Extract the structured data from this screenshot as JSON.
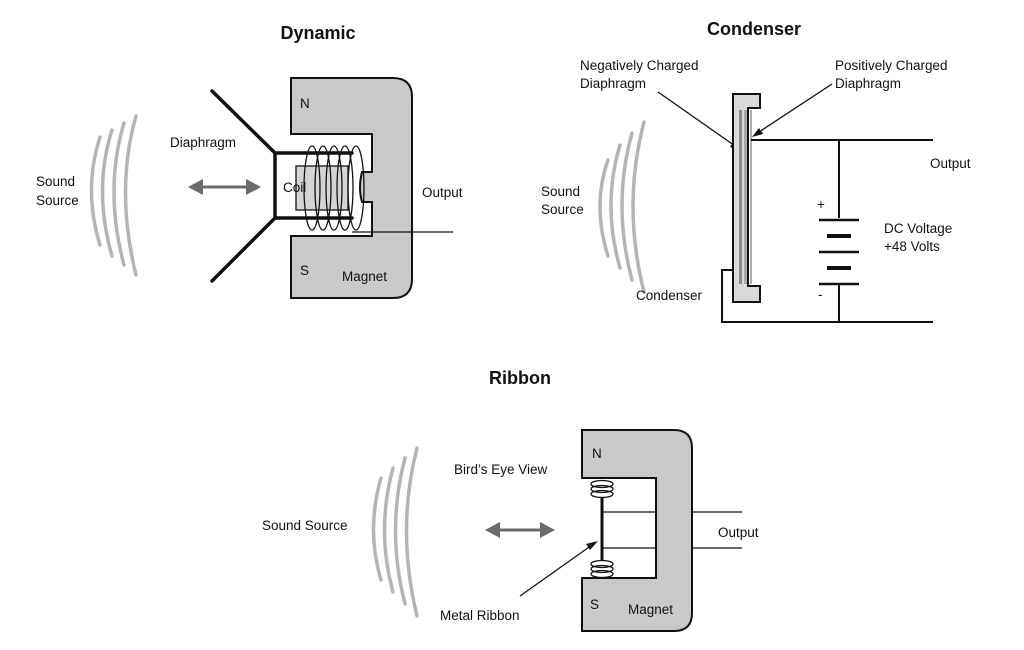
{
  "dynamic": {
    "title": "Dynamic",
    "sound_source": [
      "Sound",
      "Source"
    ],
    "diaphragm": "Diaphragm",
    "coil": "Coil",
    "pole_n": "N",
    "pole_s": "S",
    "magnet": "Magnet",
    "output": "Output"
  },
  "condenser": {
    "title": "Condenser",
    "neg_diaphragm": [
      "Negatively Charged",
      "Diaphragm"
    ],
    "pos_diaphragm": [
      "Positively Charged",
      "Diaphragm"
    ],
    "output": "Output",
    "sound_source": [
      "Sound",
      "Source"
    ],
    "plus": "+",
    "minus": "-",
    "dc_voltage": [
      "DC Voltage",
      "+48 Volts"
    ],
    "condenser_label": "Condenser"
  },
  "ribbon": {
    "title": "Ribbon",
    "sound_source": "Sound Source",
    "birds_eye_view": "Bird’s Eye View",
    "pole_n": "N",
    "pole_s": "S",
    "magnet": "Magnet",
    "output": "Output",
    "metal_ribbon": "Metal Ribbon"
  },
  "colors": {
    "magnet_fill": "#c9c9c9",
    "wave_stroke": "#b4b4b4",
    "arrow": "#6b6b6b",
    "line": "#111111"
  }
}
